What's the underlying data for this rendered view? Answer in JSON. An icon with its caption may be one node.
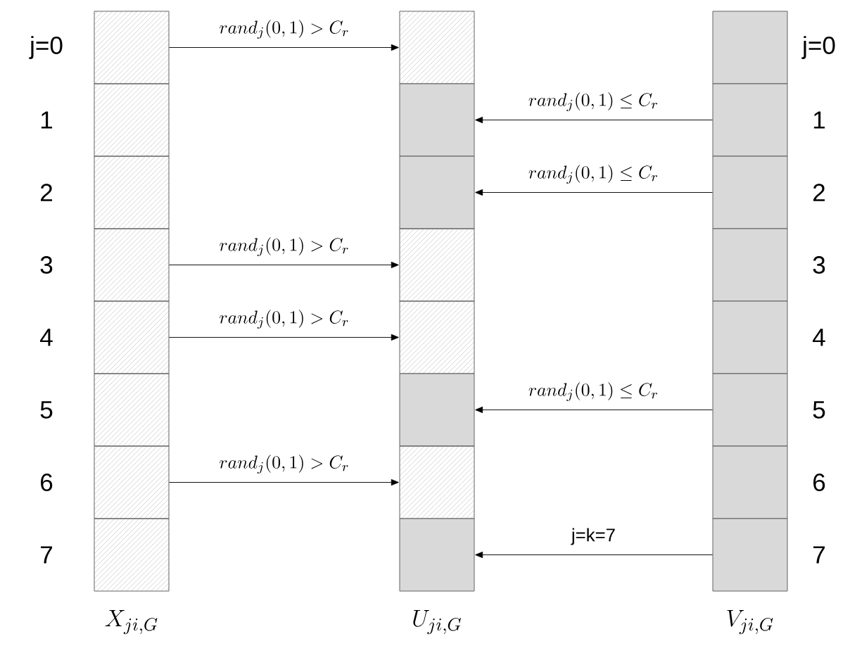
{
  "diagram": {
    "nodes": [
      {
        "text": [],
        "shape": "box"
      },
      {
        "text": [],
        "shape": "box"
      },
      {
        "text": [],
        "shape": "box"
      },
      {
        "text": [],
        "shape": "box"
      },
      {
        "text": [],
        "shape": "box"
      },
      {
        "text": [],
        "shape": "box"
      },
      {
        "text": [],
        "shape": "box"
      },
      {
        "text": [],
        "shape": "box"
      },
      {
        "text": [],
        "shape": "box"
      },
      {
        "text": [],
        "shape": "box"
      },
      {
        "text": [],
        "shape": "box"
      },
      {
        "text": [],
        "shape": "box"
      },
      {
        "text": [],
        "shape": "box"
      },
      {
        "text": [],
        "shape": "box"
      },
      {
        "text": [],
        "shape": "box"
      },
      {
        "text": [],
        "shape": "box"
      },
      {
        "text": [],
        "shape": "box"
      },
      {
        "text": [],
        "shape": "box"
      },
      {
        "text": [],
        "shape": "box"
      },
      {
        "text": [],
        "shape": "box"
      },
      {
        "text": [],
        "shape": "box"
      },
      {
        "text": [],
        "shape": "box"
      },
      {
        "text": [],
        "shape": "box"
      },
      {
        "text": [],
        "shape": "box"
      }
    ],
    "edges": [
      {
        "from": 0,
        "to": 8,
        "arrow": "to",
        "label": "rand_j(0,1) > C_r"
      },
      {
        "from": 17,
        "to": 9,
        "arrow": "to",
        "label": "rand_j(0,1) \\leq C_r"
      },
      {
        "from": 18,
        "to": 10,
        "arrow": "to",
        "label": "rand_j(0,1) \\leq C_r"
      },
      {
        "from": 3,
        "to": 11,
        "arrow": "to",
        "label": "rand_j(0,1) > C_r"
      },
      {
        "from": 4,
        "to": 12,
        "arrow": "to",
        "label": "rand_j(0,1) > C_r"
      },
      {
        "from": 21,
        "to": 13,
        "arrow": "to",
        "label": "rand_j(0,1) \\leq C_r"
      },
      {
        "from": 6,
        "to": 14,
        "arrow": "to",
        "label": "rand_j(0,1) > C_r"
      },
      {
        "from": 23,
        "to": 15,
        "arrow": "to",
        "label": "j=k=7"
      }
    ],
    "labels": [
      "j=0",
      "j=0",
      "1",
      "1",
      "2",
      "2",
      "3",
      "3",
      "4",
      "4",
      "5",
      "5",
      "6",
      "6",
      "7",
      "7",
      "X_{ji,G}",
      "U_{ji,G}",
      "V_{ji,G}"
    ]
  }
}
